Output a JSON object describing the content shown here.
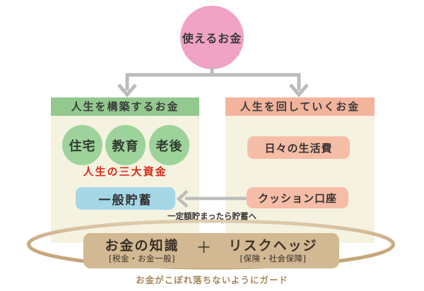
{
  "top_circle": {
    "label": "使えるお金"
  },
  "left_panel": {
    "header": "人生を構築するお金",
    "circles": [
      {
        "label": "住宅"
      },
      {
        "label": "教育"
      },
      {
        "label": "老後"
      }
    ],
    "caption": "人生の三大資金",
    "savings_label": "一般貯蓄"
  },
  "right_panel": {
    "header": "人生を回していくお金",
    "living_label": "日々の生活費",
    "cushion_label": "クッション口座"
  },
  "transfer_note": "一定額貯まったら貯蓄へ",
  "foundation": {
    "left_title": "お金の知識",
    "left_sub": "[税金・お金一般]",
    "plus": "＋",
    "right_title": "リスクヘッジ",
    "right_sub": "[保険・社会保障]"
  },
  "guard_note": "お金がこぼれ落ちないようにガード",
  "palette": {
    "circle_pink": "#f0a3c4",
    "header_green": "#93c98e",
    "fund_circle_green": "#9dd39a",
    "panel_cream": "#f5f2e0",
    "header_salmon": "#f2b49c",
    "pill_salmon": "#f6bda6",
    "pill_blue": "#a5d7e6",
    "foundation_tan": "#d2b893",
    "ellipse_tan": "#c9a87e",
    "arrow_gray": "#bcbcbc",
    "caption_red": "#dc2a1a",
    "guard_text_brown": "#a8875c"
  }
}
